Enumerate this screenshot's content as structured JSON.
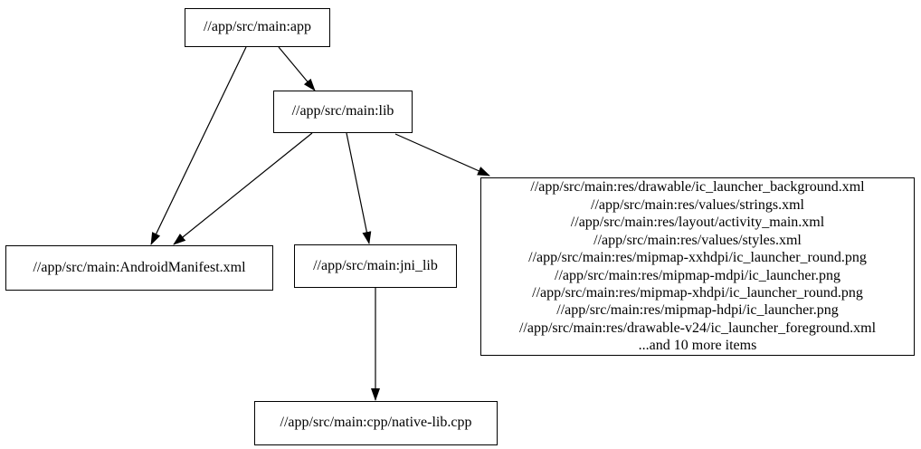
{
  "graph": {
    "background_color": "#ffffff",
    "node_border_color": "#000000",
    "text_color": "#000000",
    "edge_color": "#000000",
    "nodes": {
      "app": {
        "label": "//app/src/main:app"
      },
      "lib": {
        "label": "//app/src/main:lib"
      },
      "manifest": {
        "label": "//app/src/main:AndroidManifest.xml"
      },
      "jni_lib": {
        "label": "//app/src/main:jni_lib"
      },
      "native_lib": {
        "label": "//app/src/main:cpp/native-lib.cpp"
      },
      "resources": {
        "lines": [
          "//app/src/main:res/drawable/ic_launcher_background.xml",
          "//app/src/main:res/values/strings.xml",
          "//app/src/main:res/layout/activity_main.xml",
          "//app/src/main:res/values/styles.xml",
          "//app/src/main:res/mipmap-xxhdpi/ic_launcher_round.png",
          "//app/src/main:res/mipmap-mdpi/ic_launcher.png",
          "//app/src/main:res/mipmap-xhdpi/ic_launcher_round.png",
          "//app/src/main:res/mipmap-hdpi/ic_launcher.png",
          "//app/src/main:res/drawable-v24/ic_launcher_foreground.xml",
          "...and 10 more items"
        ]
      }
    },
    "edges": [
      {
        "from": "app",
        "to": "lib"
      },
      {
        "from": "app",
        "to": "manifest"
      },
      {
        "from": "lib",
        "to": "manifest"
      },
      {
        "from": "lib",
        "to": "jni_lib"
      },
      {
        "from": "lib",
        "to": "resources"
      },
      {
        "from": "jni_lib",
        "to": "native_lib"
      }
    ]
  }
}
